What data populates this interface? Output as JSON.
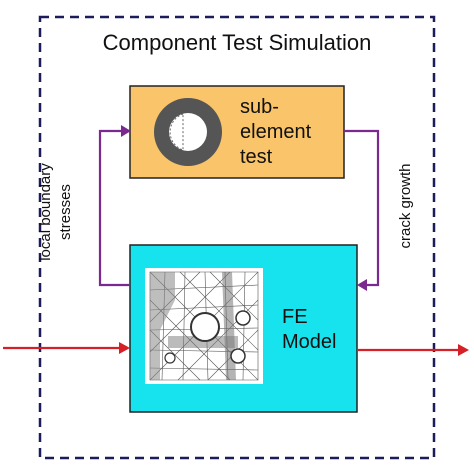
{
  "title": "Component Test Simulation",
  "subelement_box": {
    "label_line1": "sub-",
    "label_line2": "element",
    "label_line3": "test",
    "fill": "#f9c46a",
    "border": "#222222"
  },
  "fe_box": {
    "label_line1": "FE",
    "label_line2": "Model",
    "fill": "#17e3ee",
    "border": "#222222"
  },
  "left_arrow_label": {
    "line1": "local boundary",
    "line2": "stresses"
  },
  "right_arrow_label": "crack growth",
  "colors": {
    "outer_dashed_border": "#1c1c5a",
    "feedback_arrows": "#7a2a8f",
    "input_output_arrows": "#d42026"
  }
}
